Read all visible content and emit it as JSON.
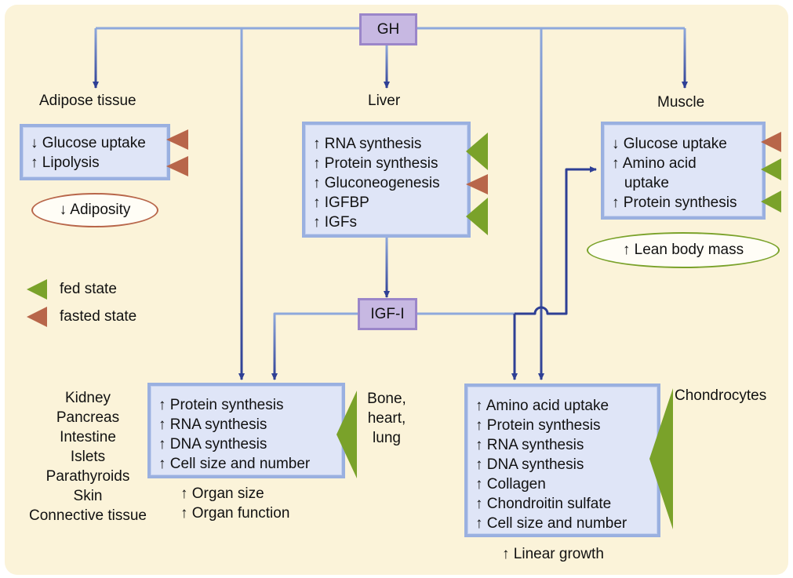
{
  "colors": {
    "background": "#fbf3d9",
    "box_fill": "#dfe5f7",
    "box_border": "#9ab0e0",
    "hormone_fill": "#c7b8e2",
    "wire": "#8ea8dc",
    "arrow": "#2e3f95",
    "fed": "#7aa22a",
    "fasted": "#b8664a"
  },
  "hormones": {
    "gh": "GH",
    "igf": "IGF-I"
  },
  "adipose": {
    "title": "Adipose tissue",
    "lines": [
      "↓ Glucose uptake",
      "↑ Lipolysis"
    ],
    "outcome": "↓ Adiposity"
  },
  "liver": {
    "title": "Liver",
    "lines": [
      "↑ RNA synthesis",
      "↑ Protein synthesis",
      "↑ Gluconeogenesis",
      "↑ IGFBP",
      "↑ IGFs"
    ]
  },
  "muscle": {
    "title": "Muscle",
    "lines": [
      "↓ Glucose uptake",
      "↑ Amino acid",
      "   uptake",
      "↑ Protein synthesis"
    ],
    "outcome": "↑ Lean body mass"
  },
  "legend": {
    "fed": "fed state",
    "fasted": "fasted state"
  },
  "organs": {
    "list": [
      "Kidney",
      "Pancreas",
      "Intestine",
      "Islets",
      "Parathyroids",
      "Skin",
      "Connective tissue"
    ],
    "lines": [
      "↑ Protein synthesis",
      "↑ RNA synthesis",
      "↑ DNA synthesis",
      "↑ Cell size and number"
    ],
    "bone_label": [
      "Bone,",
      "heart,",
      "lung"
    ],
    "outcomes": [
      "↑ Organ size",
      "↑ Organ function"
    ]
  },
  "chondrocytes": {
    "title": "Chondrocytes",
    "lines": [
      "↑ Amino acid uptake",
      "↑ Protein synthesis",
      "↑ RNA synthesis",
      "↑ DNA synthesis",
      "↑ Collagen",
      "↑ Chondroitin sulfate",
      "↑ Cell size and number"
    ],
    "outcome": "↑ Linear growth"
  }
}
